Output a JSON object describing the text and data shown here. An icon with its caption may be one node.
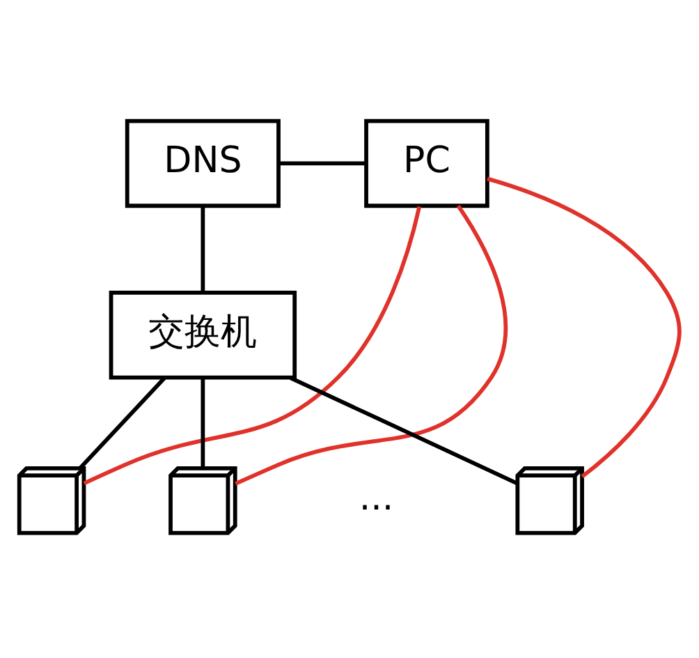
{
  "diagram": {
    "nodes": [
      {
        "text": [
          "DNS"
        ]
      },
      {
        "text": [
          "PC"
        ]
      },
      {
        "text": [
          "交换机"
        ]
      },
      {
        "text": [],
        "shape": "computer"
      },
      {
        "text": [],
        "shape": "computer"
      },
      {
        "text": [],
        "shape": "computer"
      }
    ],
    "edges": [
      {
        "from": 0,
        "to": 1,
        "arrow": "none"
      },
      {
        "from": 0,
        "to": 2,
        "arrow": "none"
      },
      {
        "from": 2,
        "to": 3,
        "arrow": "none"
      },
      {
        "from": 2,
        "to": 4,
        "arrow": "none"
      },
      {
        "from": 2,
        "to": 5,
        "arrow": "none"
      },
      {
        "from": 1,
        "to": 5,
        "arrow": "none",
        "color": "#e0322a"
      },
      {
        "from": 1,
        "to": 4,
        "arrow": "none",
        "color": "#e0322a"
      },
      {
        "from": 1,
        "to": 3,
        "arrow": "none",
        "color": "#e0322a"
      }
    ],
    "labels": [
      "..."
    ]
  }
}
